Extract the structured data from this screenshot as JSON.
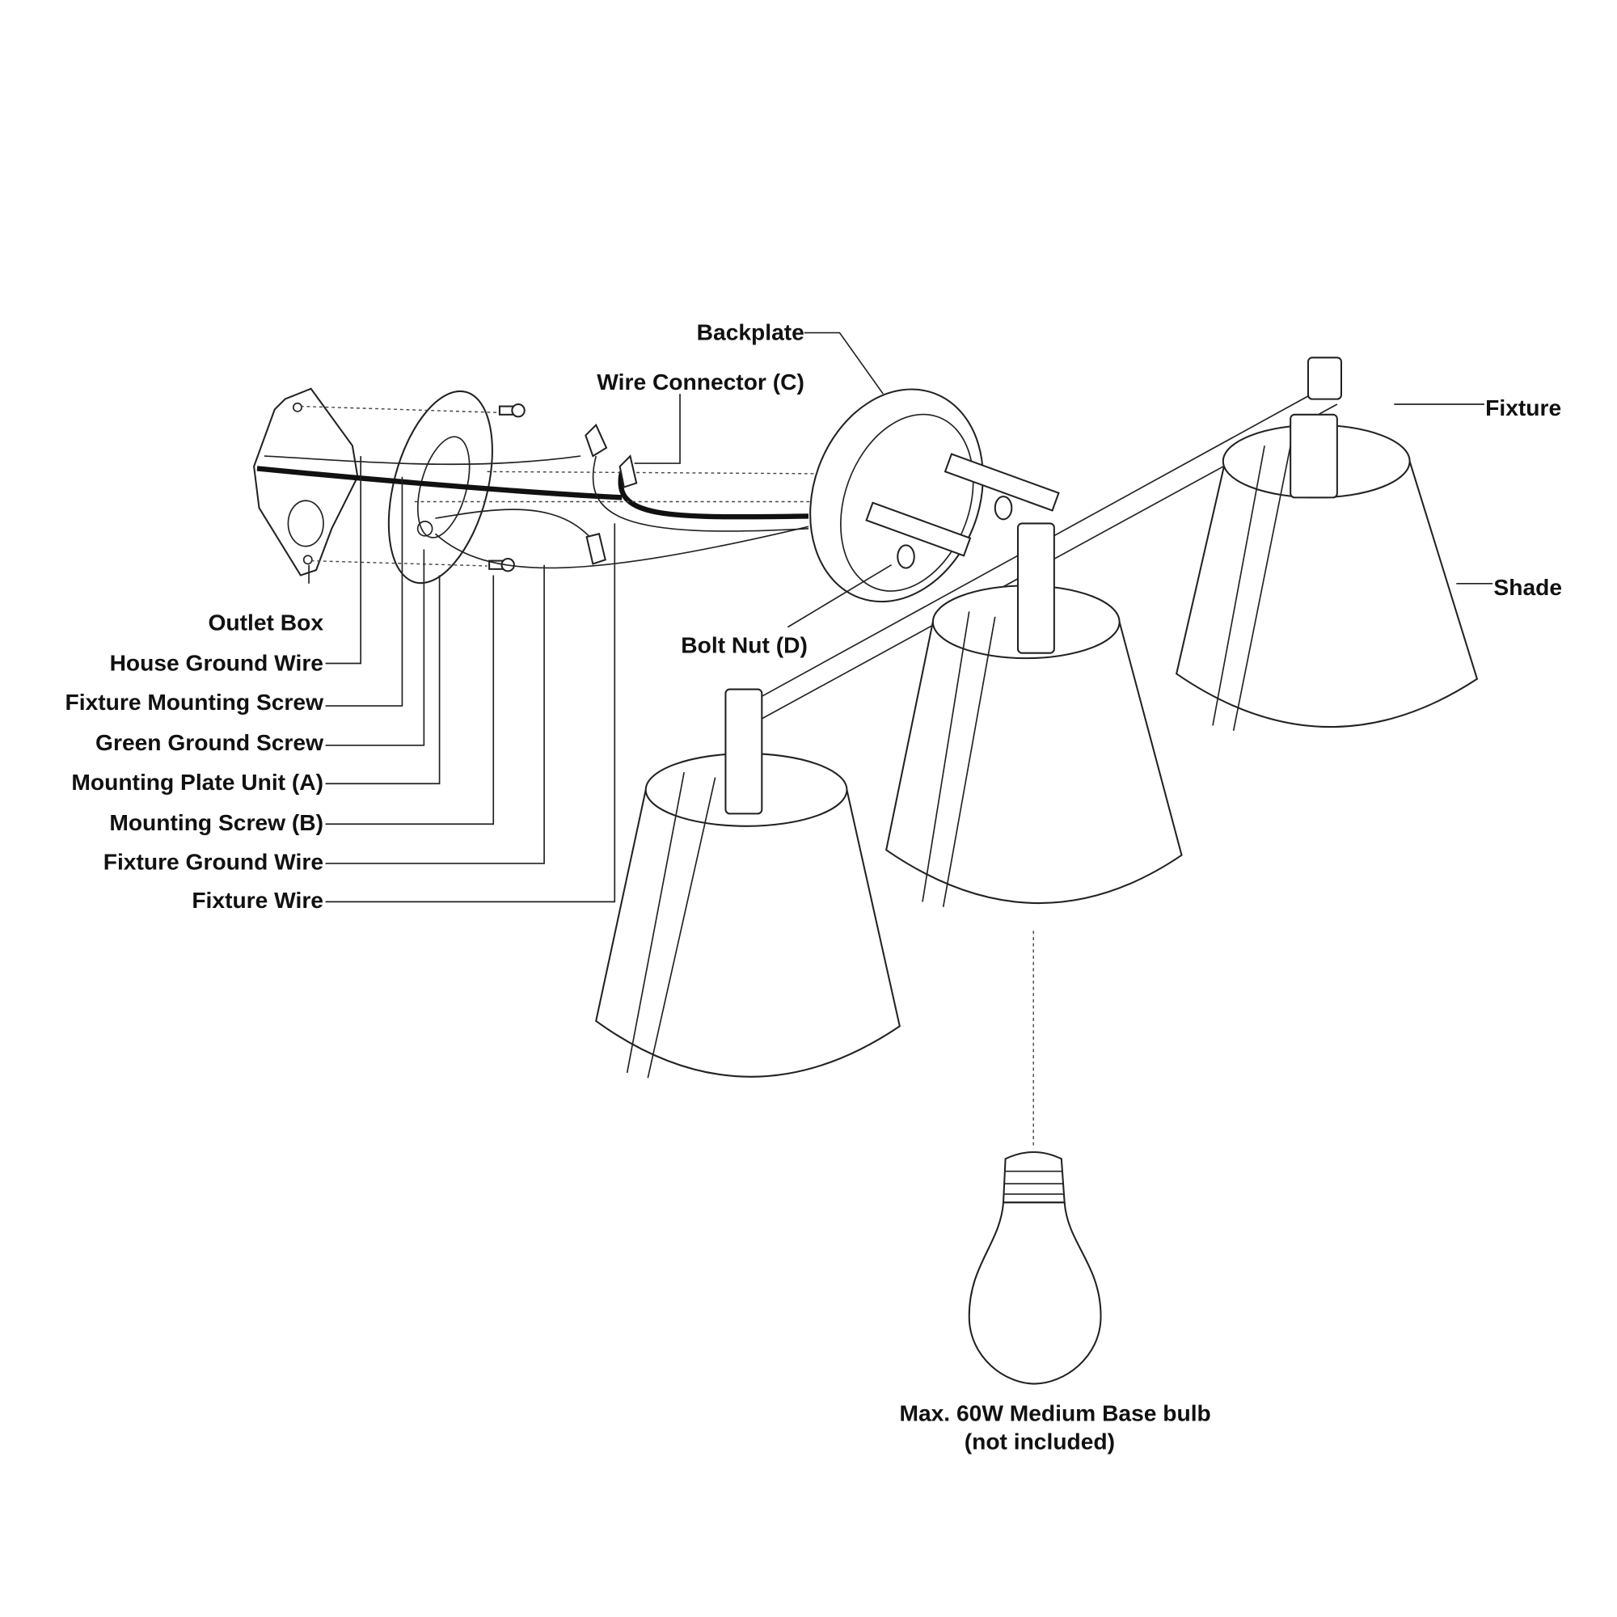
{
  "labels": {
    "backplate": "Backplate",
    "wire_connector": "Wire Connector (C)",
    "fixture": "Fixture",
    "shade": "Shade",
    "bolt_nut": "Bolt Nut (D)",
    "outlet_box": "Outlet Box",
    "house_ground_wire": "House Ground Wire",
    "fixture_mounting_screw": "Fixture Mounting Screw",
    "green_ground_screw": "Green Ground Screw",
    "mounting_plate_unit": "Mounting Plate Unit (A)",
    "mounting_screw": "Mounting Screw (B)",
    "fixture_ground_wire": "Fixture Ground Wire",
    "fixture_wire": "Fixture Wire"
  },
  "bulb_note": {
    "line1": "Max. 60W Medium Base bulb",
    "line2": "(not included)"
  }
}
